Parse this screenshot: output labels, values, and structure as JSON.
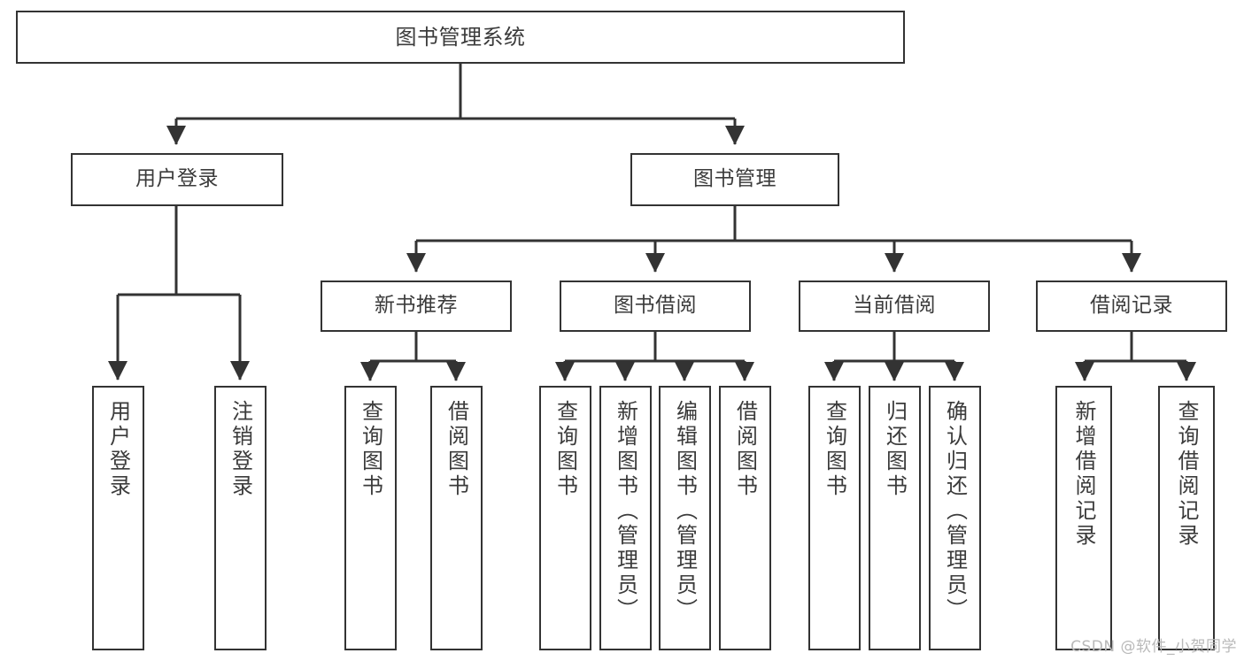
{
  "diagram": {
    "type": "tree",
    "title": "图书管理系统",
    "orientation": "top-down",
    "colors": {
      "background": "#ffffff",
      "node_fill": "#ffffff",
      "node_stroke": "#333333",
      "text": "#3b3b3b",
      "edge": "#333333",
      "watermark": "#b9b9b9"
    },
    "watermark": "CSDN @软件_小贺同学"
  },
  "nodes": {
    "root": {
      "label": "图书管理系统"
    },
    "level1": [
      {
        "id": "user-login",
        "label": "用户登录"
      },
      {
        "id": "book-manage",
        "label": "图书管理"
      }
    ],
    "level2": [
      {
        "id": "new-book-rec",
        "label": "新书推荐"
      },
      {
        "id": "book-borrow",
        "label": "图书借阅"
      },
      {
        "id": "current-borrow",
        "label": "当前借阅"
      },
      {
        "id": "borrow-record",
        "label": "借阅记录"
      }
    ],
    "leaves": [
      {
        "id": "leaf-user-login",
        "label": "用户登录",
        "parent": "user-login"
      },
      {
        "id": "leaf-user-logout",
        "label": "注销登录",
        "parent": "user-login"
      },
      {
        "id": "leaf-query-book-1",
        "label": "查询图书",
        "parent": "new-book-rec"
      },
      {
        "id": "leaf-borrow-book-1",
        "label": "借阅图书",
        "parent": "new-book-rec"
      },
      {
        "id": "leaf-query-book-2",
        "label": "查询图书",
        "parent": "book-borrow"
      },
      {
        "id": "leaf-add-book",
        "label": "新增图书（管理员）",
        "parent": "book-borrow"
      },
      {
        "id": "leaf-edit-book",
        "label": "编辑图书（管理员）",
        "parent": "book-borrow"
      },
      {
        "id": "leaf-borrow-book-2",
        "label": "借阅图书",
        "parent": "book-borrow"
      },
      {
        "id": "leaf-query-book-3",
        "label": "查询图书",
        "parent": "current-borrow"
      },
      {
        "id": "leaf-return-book",
        "label": "归还图书",
        "parent": "current-borrow"
      },
      {
        "id": "leaf-confirm-return",
        "label": "确认归还（管理员）",
        "parent": "current-borrow"
      },
      {
        "id": "leaf-add-record",
        "label": "新增借阅记录",
        "parent": "borrow-record"
      },
      {
        "id": "leaf-query-record",
        "label": "查询借阅记录",
        "parent": "borrow-record"
      }
    ]
  },
  "edges": [
    {
      "from": "root",
      "to": "user-login"
    },
    {
      "from": "root",
      "to": "book-manage"
    },
    {
      "from": "user-login",
      "to": "leaf-user-login"
    },
    {
      "from": "user-login",
      "to": "leaf-user-logout"
    },
    {
      "from": "book-manage",
      "to": "new-book-rec"
    },
    {
      "from": "book-manage",
      "to": "book-borrow"
    },
    {
      "from": "book-manage",
      "to": "current-borrow"
    },
    {
      "from": "book-manage",
      "to": "borrow-record"
    },
    {
      "from": "new-book-rec",
      "to": "leaf-query-book-1"
    },
    {
      "from": "new-book-rec",
      "to": "leaf-borrow-book-1"
    },
    {
      "from": "book-borrow",
      "to": "leaf-query-book-2"
    },
    {
      "from": "book-borrow",
      "to": "leaf-add-book"
    },
    {
      "from": "book-borrow",
      "to": "leaf-edit-book"
    },
    {
      "from": "book-borrow",
      "to": "leaf-borrow-book-2"
    },
    {
      "from": "current-borrow",
      "to": "leaf-query-book-3"
    },
    {
      "from": "current-borrow",
      "to": "leaf-return-book"
    },
    {
      "from": "current-borrow",
      "to": "leaf-confirm-return"
    },
    {
      "from": "borrow-record",
      "to": "leaf-add-record"
    },
    {
      "from": "borrow-record",
      "to": "leaf-query-record"
    }
  ]
}
